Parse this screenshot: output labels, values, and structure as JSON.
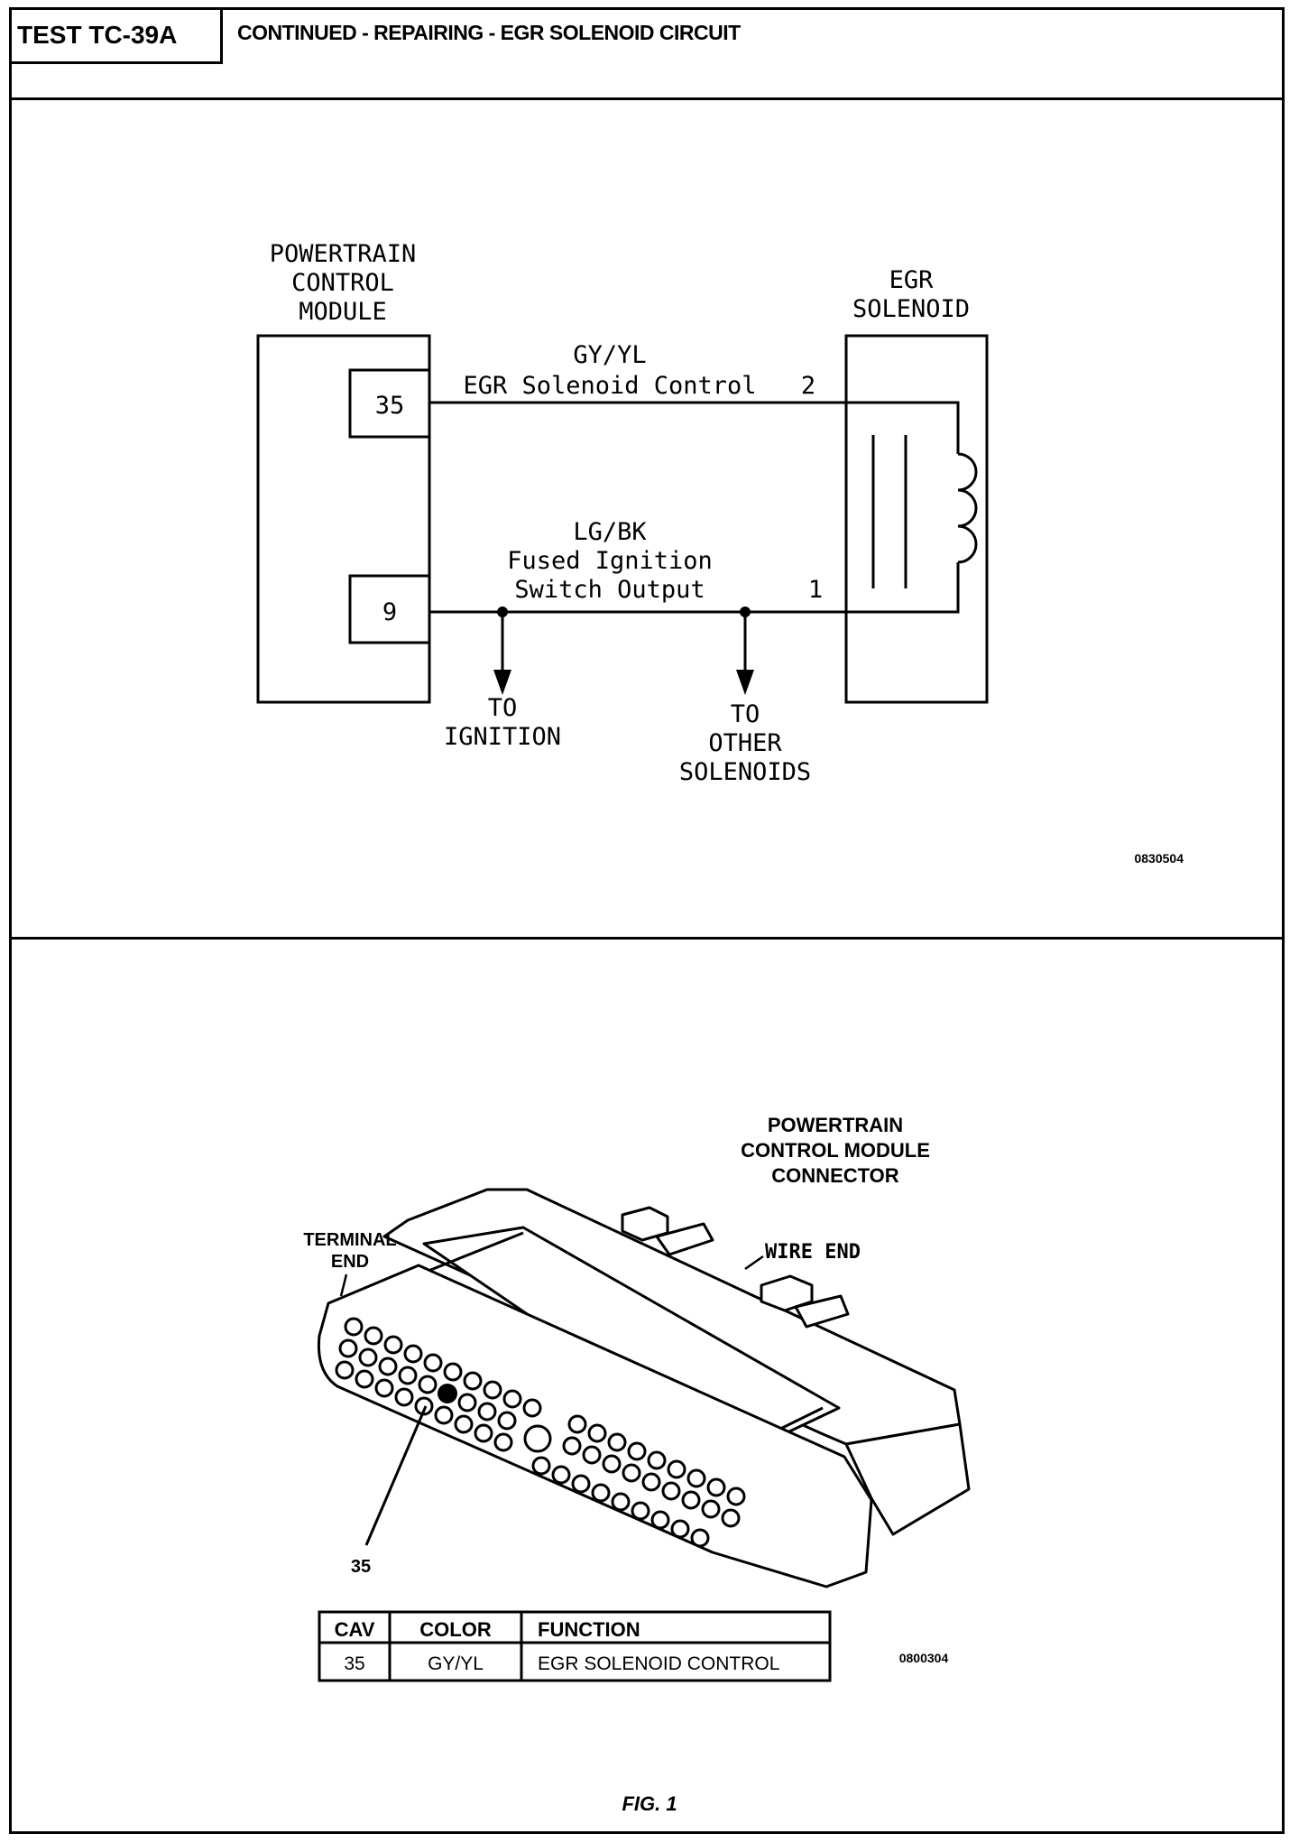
{
  "header": {
    "test_id": "TEST TC-39A",
    "title": "CONTINUED -  REPAIRING - EGR SOLENOID CIRCUIT"
  },
  "schematic": {
    "pcm_label": [
      "POWERTRAIN",
      "CONTROL",
      "MODULE"
    ],
    "egr_label": [
      "EGR",
      "SOLENOID"
    ],
    "pin_35": "35",
    "pin_9": "9",
    "wire_top_color": "GY/YL",
    "wire_top_name": "EGR Solenoid Control",
    "wire_top_pin": "2",
    "wire_bottom_color": "LG/BK",
    "wire_bottom_name": [
      "Fused Ignition",
      "Switch Output"
    ],
    "wire_bottom_pin": "1",
    "to_ignition": [
      "TO",
      "IGNITION"
    ],
    "to_other": [
      "TO",
      "OTHER",
      "SOLENOIDS"
    ],
    "figure_code": "0830504"
  },
  "connector": {
    "title": [
      "POWERTRAIN",
      "CONTROL MODULE",
      "CONNECTOR"
    ],
    "terminal_end": [
      "TERMINAL",
      "END"
    ],
    "wire_end": "WIRE  END",
    "cavity_callout": "35",
    "figure_code": "0800304",
    "table": {
      "headers": [
        "CAV",
        "COLOR",
        "FUNCTION"
      ],
      "rows": [
        [
          "35",
          "GY/YL",
          "EGR SOLENOID CONTROL"
        ]
      ]
    }
  },
  "figure_caption": "FIG. 1"
}
